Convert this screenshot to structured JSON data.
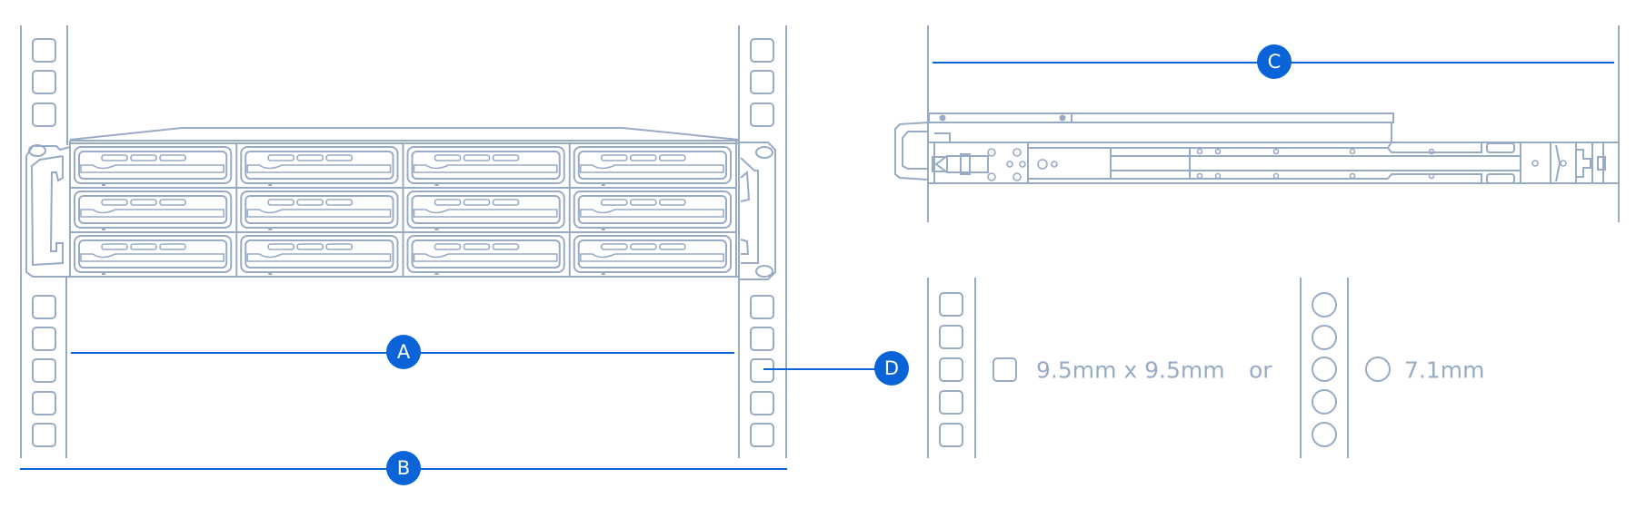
{
  "diagram": {
    "title": "Rack mounting dimensions",
    "callouts": [
      {
        "id": "A",
        "label": "A",
        "meaning": "device width between rack posts"
      },
      {
        "id": "B",
        "label": "B",
        "meaning": "outer width across rack posts"
      },
      {
        "id": "C",
        "label": "C",
        "meaning": "rail kit depth range"
      },
      {
        "id": "D",
        "label": "D",
        "meaning": "rack post hole type"
      }
    ],
    "hole_options": {
      "square_label": "9.5mm x 9.5mm",
      "separator": "or",
      "round_label": "7.1mm"
    },
    "device": {
      "drive_bay_rows": 3,
      "drive_bay_columns": 4
    },
    "colors": {
      "line": "#98abc5",
      "accent": "#0a64d8",
      "callout_text": "#ffffff",
      "background": "#ffffff"
    }
  }
}
